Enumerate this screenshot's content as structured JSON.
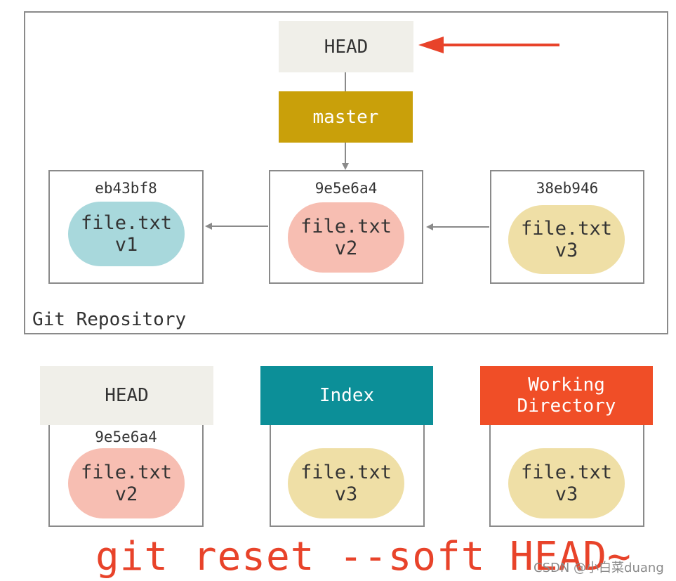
{
  "repo": {
    "label": "Git Repository",
    "head_label": "HEAD",
    "branch_label": "master",
    "commits": [
      {
        "hash": "eb43bf8",
        "file": "file.txt\nv1",
        "color": "#a8d8dc"
      },
      {
        "hash": "9e5e6a4",
        "file": "file.txt\nv2",
        "color": "#f7beb2"
      },
      {
        "hash": "38eb946",
        "file": "file.txt\nv3",
        "color": "#efdfa6"
      }
    ]
  },
  "trees": {
    "head": {
      "label": "HEAD",
      "hash": "9e5e6a4",
      "file": "file.txt\nv2",
      "color": "#f7beb2"
    },
    "index": {
      "label": "Index",
      "file": "file.txt\nv3",
      "color": "#efdfa6"
    },
    "working": {
      "label": "Working\nDirectory",
      "file": "file.txt\nv3",
      "color": "#efdfa6"
    }
  },
  "command": "git reset --soft HEAD~",
  "watermark": "CSDN @小白菜duang",
  "colors": {
    "head_bg": "#f0efe9",
    "master_bg": "#c9a00a",
    "index_bg": "#0c8f98",
    "working_bg": "#f04e27",
    "arrow_red": "#e8432a",
    "arrow_gray": "#8a8a8a"
  }
}
